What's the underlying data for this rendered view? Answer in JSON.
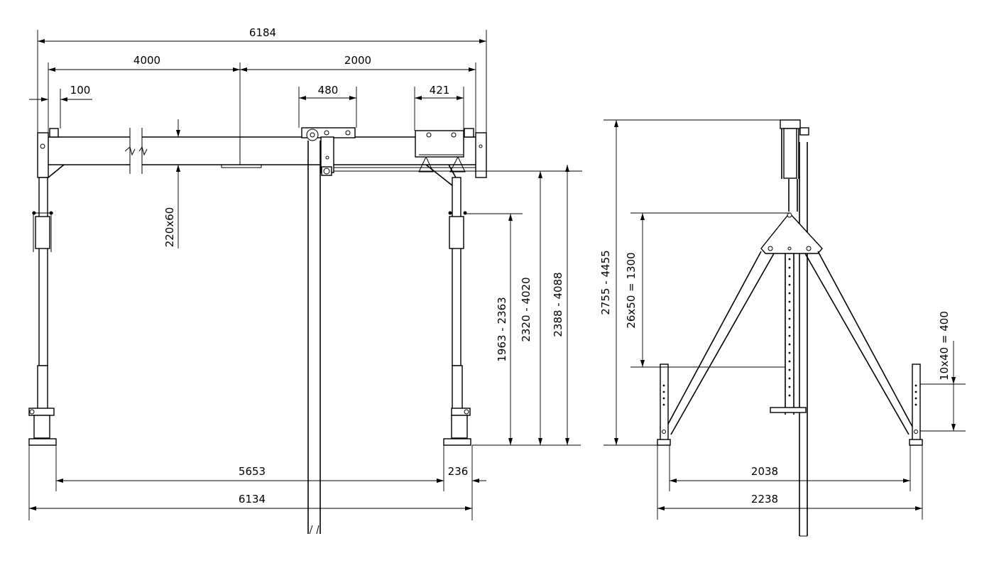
{
  "front_view": {
    "dimensions": {
      "overall_beam_length": "6184",
      "beam_segment_left": "4000",
      "beam_segment_right": "2000",
      "end_offset": "100",
      "trolley_width": "480",
      "hoist_trolley_width": "421",
      "beam_profile": "220x60",
      "height_range_a": "1963 - 2363",
      "height_range_b": "2320 - 4020",
      "height_range_c": "2388 - 4088",
      "inner_span": "5653",
      "foot_width": "236",
      "outer_span": "6134"
    }
  },
  "side_view": {
    "dimensions": {
      "total_height_range": "2755 - 4455",
      "hole_adjustment": "26x50 = 1300",
      "foot_holes": "10x40 = 400",
      "inner_base_width": "2038",
      "outer_base_width": "2238"
    }
  }
}
